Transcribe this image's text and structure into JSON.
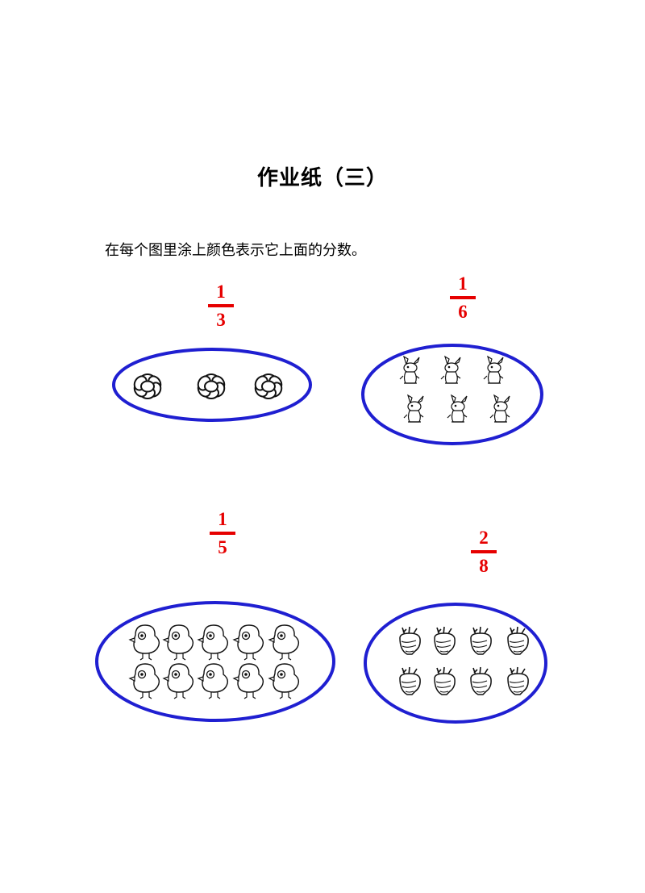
{
  "title": "作业纸（三）",
  "instruction": "在每个图里涂上颜色表示它上面的分数。",
  "colors": {
    "fraction": "#e60000",
    "oval": "#1f1fd1",
    "drawing": "#111111"
  },
  "groups": [
    {
      "name": "flowers",
      "icon": "flower-icon",
      "count": 3,
      "fraction": {
        "numerator": "1",
        "denominator": "3"
      }
    },
    {
      "name": "rabbits",
      "icon": "rabbit-icon",
      "count": 6,
      "fraction": {
        "numerator": "1",
        "denominator": "6"
      }
    },
    {
      "name": "chicks",
      "icon": "chick-icon",
      "count": 10,
      "fraction": {
        "numerator": "1",
        "denominator": "5"
      }
    },
    {
      "name": "radishes",
      "icon": "radish-icon",
      "count": 8,
      "fraction": {
        "numerator": "2",
        "denominator": "8"
      }
    }
  ]
}
